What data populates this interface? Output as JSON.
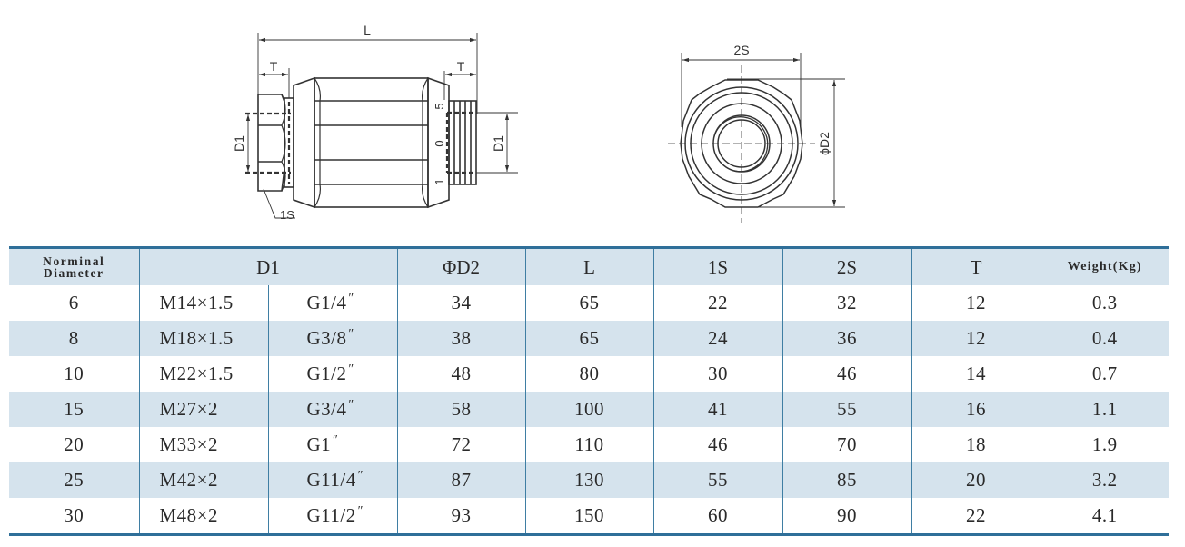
{
  "drawing": {
    "side_view": {
      "labels": {
        "length": "L",
        "thread_left": "T",
        "thread_right": "T",
        "diameter_left": "D1",
        "diameter_right": "D1",
        "hex": "1S",
        "body_marks": [
          "5",
          "0",
          "1"
        ]
      }
    },
    "end_view": {
      "labels": {
        "across_flats": "2S",
        "outer_diameter": "ϕD2"
      }
    }
  },
  "table": {
    "headers": {
      "nominal_line1": "Norminal",
      "nominal_line2": "Diameter",
      "d1": "D1",
      "d2": "ΦD2",
      "l": "L",
      "s1": "1S",
      "s2": "2S",
      "t": "T",
      "weight": "Weight(Kg)"
    },
    "inch_mark": "″",
    "rows": [
      {
        "dn": "6",
        "d1_metric": "M14×1.5",
        "d1_pipe": "G1/4",
        "d2": "34",
        "l": "65",
        "s1": "22",
        "s2": "32",
        "t": "12",
        "weight": "0.3"
      },
      {
        "dn": "8",
        "d1_metric": "M18×1.5",
        "d1_pipe": "G3/8",
        "d2": "38",
        "l": "65",
        "s1": "24",
        "s2": "36",
        "t": "12",
        "weight": "0.4"
      },
      {
        "dn": "10",
        "d1_metric": "M22×1.5",
        "d1_pipe": "G1/2",
        "d2": "48",
        "l": "80",
        "s1": "30",
        "s2": "46",
        "t": "14",
        "weight": "0.7"
      },
      {
        "dn": "15",
        "d1_metric": "M27×2",
        "d1_pipe": "G3/4",
        "d2": "58",
        "l": "100",
        "s1": "41",
        "s2": "55",
        "t": "16",
        "weight": "1.1"
      },
      {
        "dn": "20",
        "d1_metric": "M33×2",
        "d1_pipe": "G1",
        "d2": "72",
        "l": "110",
        "s1": "46",
        "s2": "70",
        "t": "18",
        "weight": "1.9"
      },
      {
        "dn": "25",
        "d1_metric": "M42×2",
        "d1_pipe": "G11/4",
        "d2": "87",
        "l": "130",
        "s1": "55",
        "s2": "85",
        "t": "20",
        "weight": "3.2"
      },
      {
        "dn": "30",
        "d1_metric": "M48×2",
        "d1_pipe": "G11/2",
        "d2": "93",
        "l": "150",
        "s1": "60",
        "s2": "90",
        "t": "22",
        "weight": "4.1"
      }
    ]
  },
  "colors": {
    "header_fill": "#d5e3ed",
    "rule": "#2f6f99",
    "divider": "#3f7ea3"
  }
}
